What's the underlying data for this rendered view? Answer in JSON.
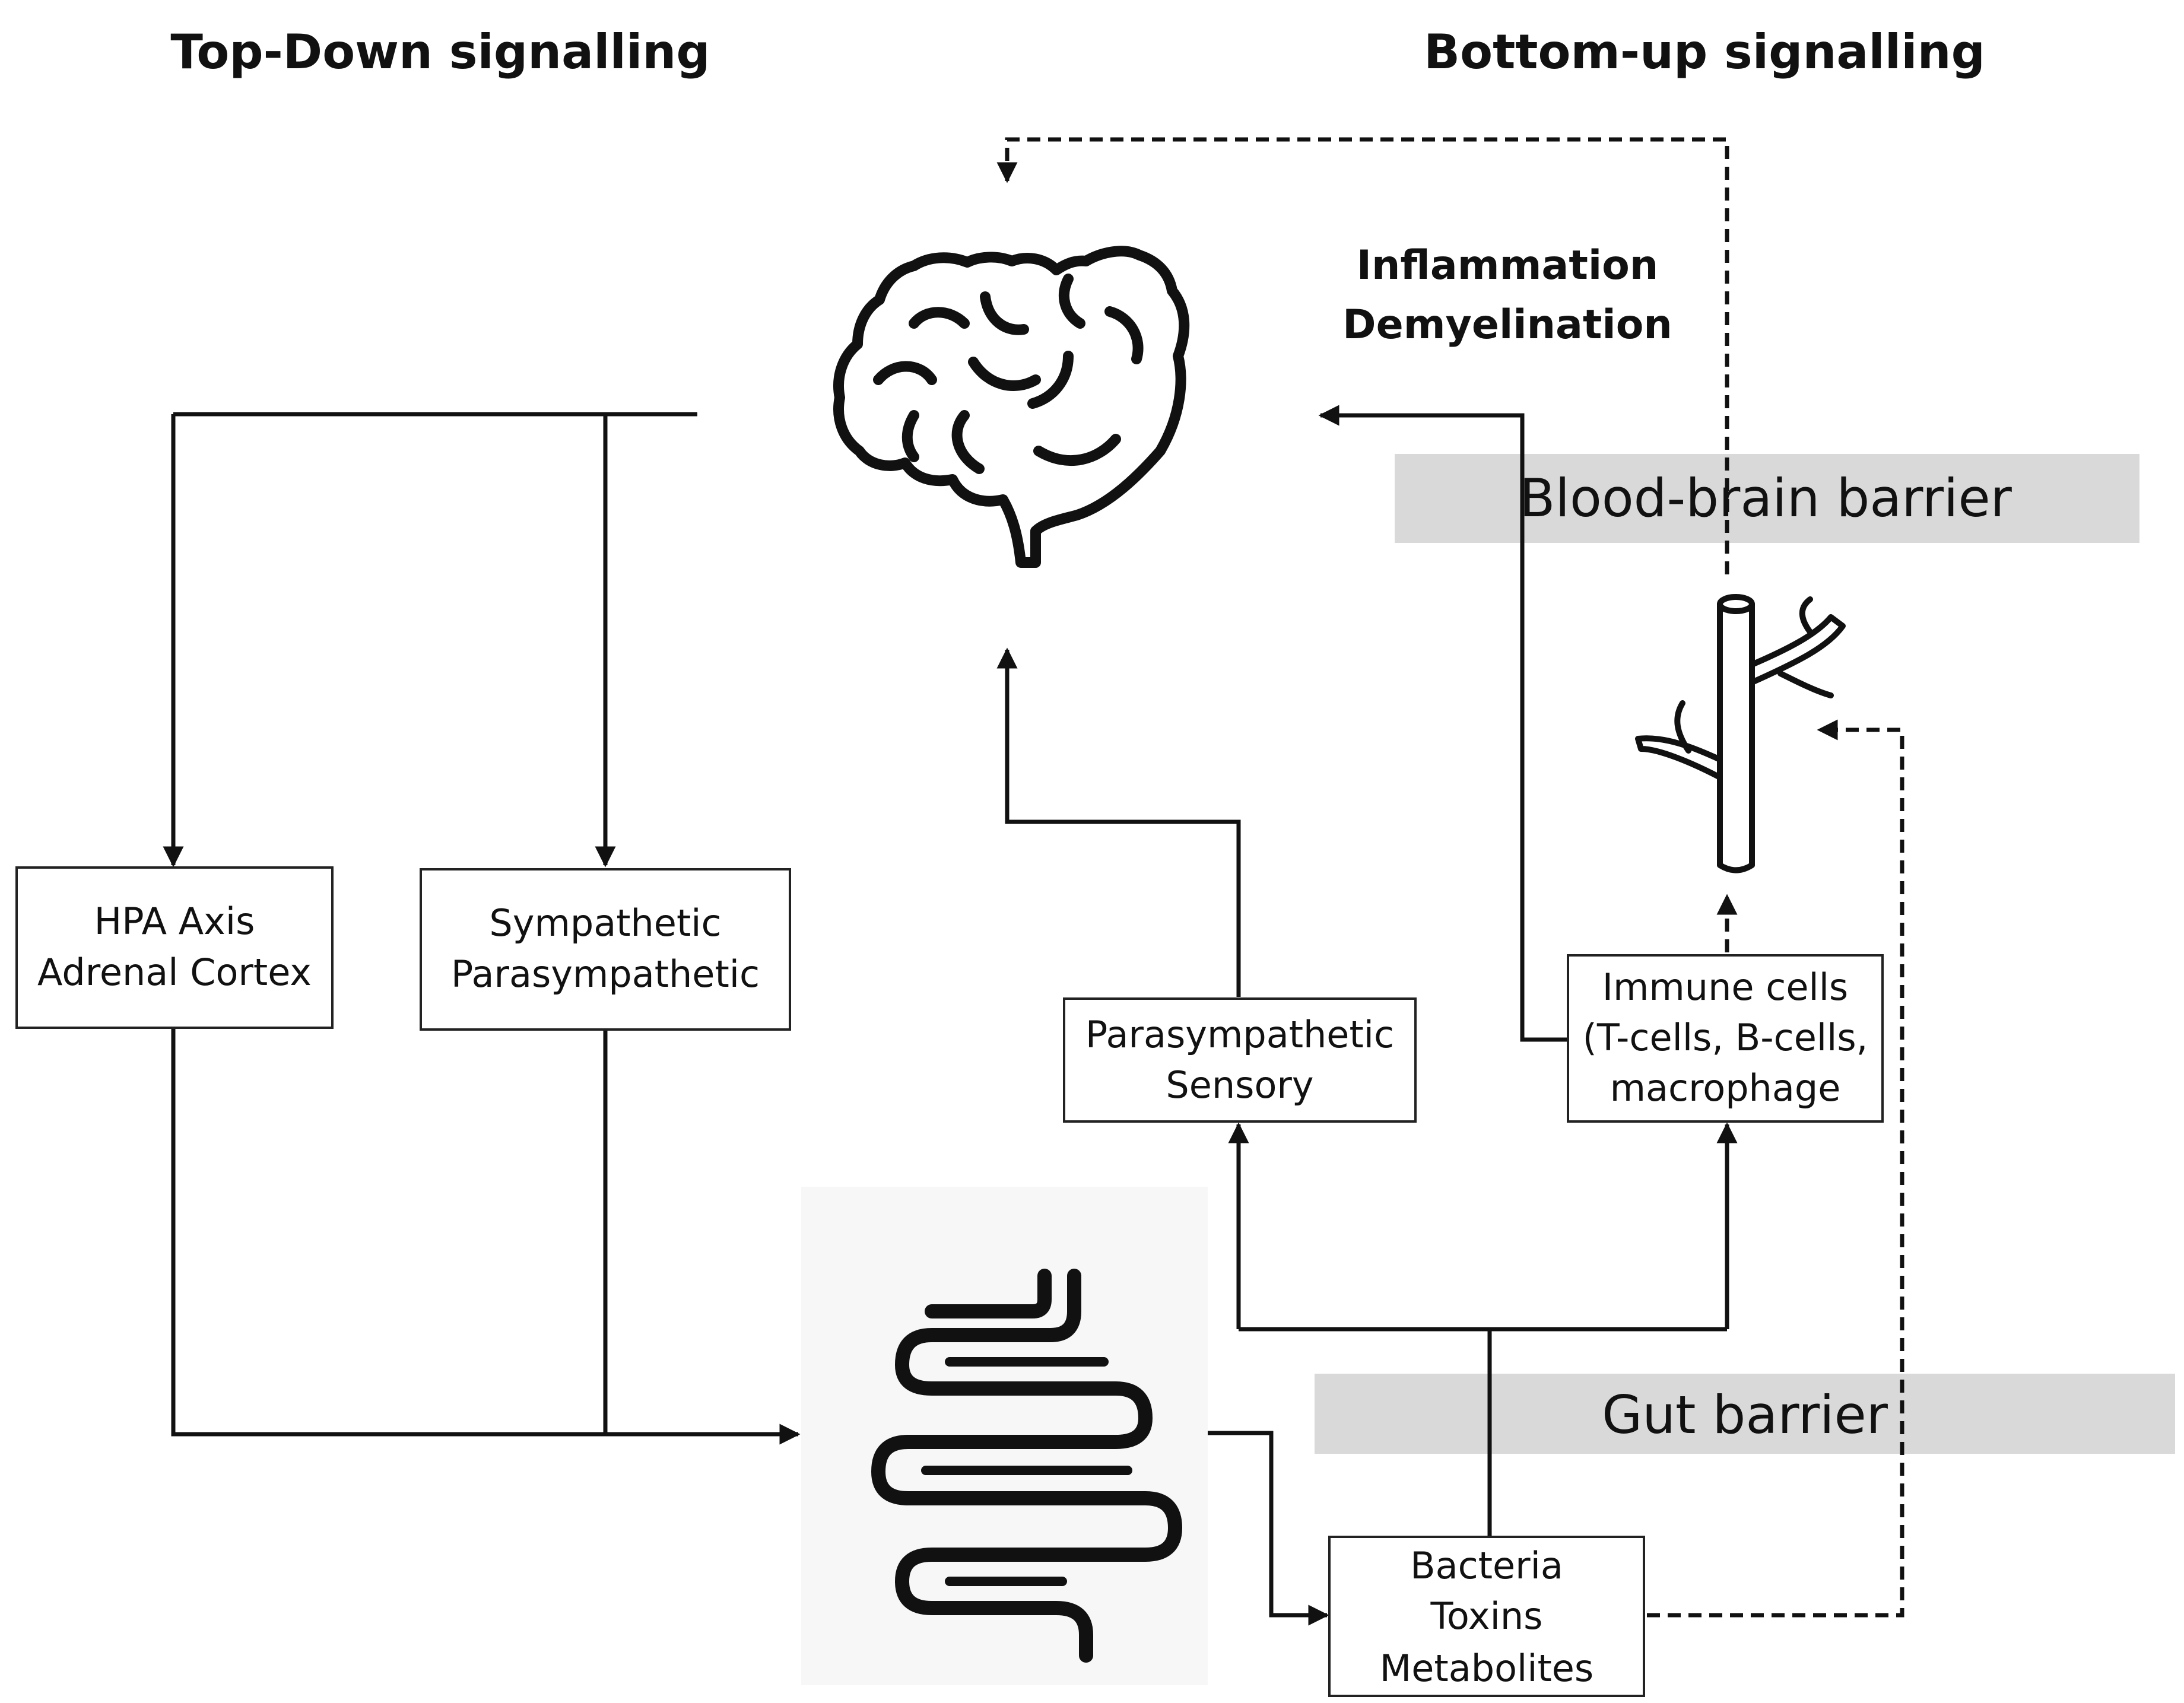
{
  "headings": {
    "top_down": "Top-Down signalling",
    "bottom_up": "Bottom-up signalling"
  },
  "effects": {
    "line1": "Inflammation",
    "line2": "Demyelination"
  },
  "barriers": {
    "blood_brain": "Blood-brain barrier",
    "gut": "Gut barrier"
  },
  "boxes": {
    "hpa": {
      "line1": "HPA Axis",
      "line2": "Adrenal Cortex"
    },
    "autonomic": {
      "line1": "Sympathetic",
      "line2": "Parasympathetic"
    },
    "parasympathetic_sensory": {
      "line1": "Parasympathetic",
      "line2": "Sensory"
    },
    "immune": {
      "line1": "Immune cells",
      "line2": "(T-cells, B-cells,",
      "line3": "macrophage"
    },
    "microbes": {
      "line1": "Bacteria",
      "line2": "Toxins",
      "line3": "Metabolites"
    }
  },
  "icons": {
    "brain": "brain-icon",
    "intestine": "intestine-icon",
    "vessel": "blood-vessel-icon"
  },
  "colors": {
    "barrier_fill": "#d9d9d9",
    "stroke": "#111111"
  }
}
